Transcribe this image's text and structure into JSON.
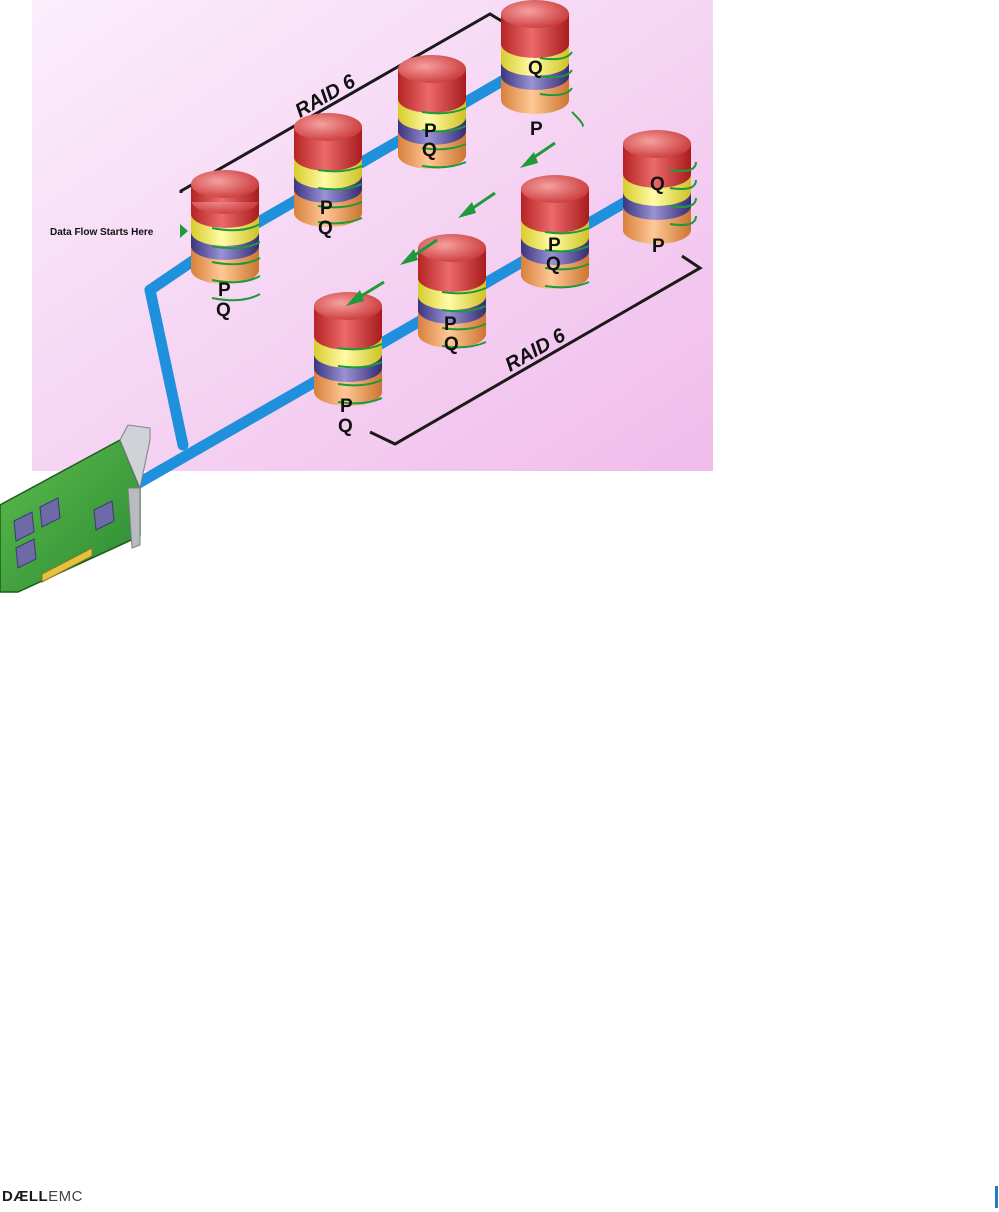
{
  "labels": {
    "data_flow": "Data Flow Starts Here",
    "raid_top": "RAID 6",
    "raid_bottom": "RAID 6",
    "parity_p": "P",
    "parity_q": "Q"
  },
  "footer": {
    "logo_bold": "DÆLL",
    "logo_light": "EMC"
  },
  "colors": {
    "background_top": "#f6e6f6",
    "background_bottom": "#f2c0ee",
    "cable": "#1e90dc",
    "disk_red": "#d23e3e",
    "disk_yellow": "#f6ee62",
    "disk_purple": "#6a62ac",
    "disk_orange": "#f4a264",
    "arrow_green": "#1e9a3a",
    "card_green": "#3c9e3c",
    "page_marker": "#1e7fc0"
  }
}
